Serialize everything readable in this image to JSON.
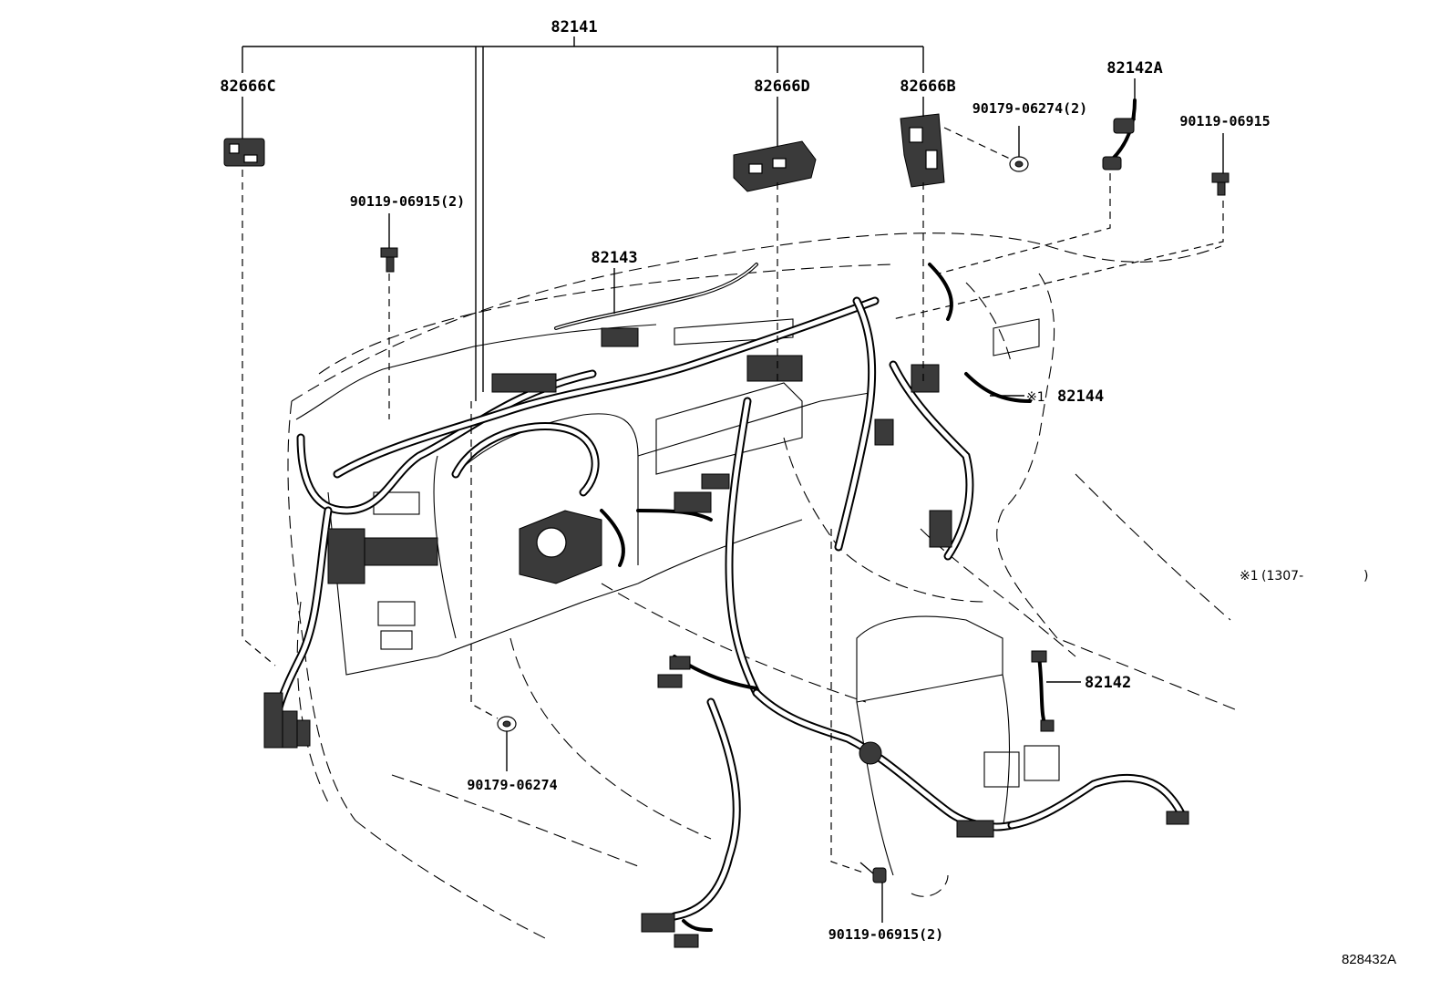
{
  "labels": {
    "harness_main": "82141",
    "junction_c": "82666C",
    "junction_d": "82666D",
    "junction_b": "82666B",
    "wire_82142a": "82142A",
    "clip_right_top": "90179-06274(2)",
    "bolt_far_right": "90119-06915",
    "bolt_left_upper": "90119-06915(2)",
    "wire_82143": "82143",
    "wire_82144_mark": "※1",
    "wire_82144": "82144",
    "wire_82142": "82142",
    "clip_center": "90179-06274",
    "bolt_bottom": "90119-06915(2)",
    "note_marker": "※1",
    "note_text": "(1307-",
    "note_close": ")",
    "diagram_id": "828432A"
  },
  "colors": {
    "ink": "#000000",
    "background": "#ffffff"
  }
}
